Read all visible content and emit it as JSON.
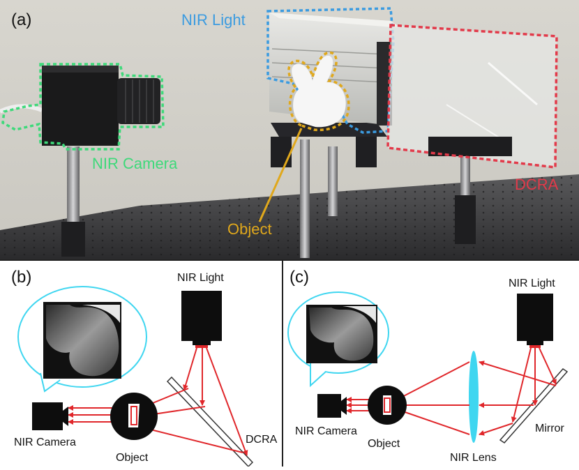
{
  "panel_a": {
    "label": "(a)",
    "nir_light": "NIR Light",
    "nir_camera": "NIR Camera",
    "object": "Object",
    "dcra": "DCRA",
    "camera_brand": "",
    "colors": {
      "light_outline": "#3b9be0",
      "camera_outline": "#3ed97a",
      "object_outline": "#e0a81c",
      "dcra_outline": "#e23a4a"
    }
  },
  "panel_b": {
    "label": "(b)",
    "nir_light": "NIR Light",
    "nir_camera": "NIR Camera",
    "object": "Object",
    "dcra": "DCRA"
  },
  "panel_c": {
    "label": "(c)",
    "nir_light": "NIR Light",
    "nir_camera": "NIR Camera",
    "object": "Object",
    "nir_lens": "NIR Lens",
    "mirror": "Mirror"
  },
  "colors": {
    "ray": "#e0262a",
    "bubble": "#3fd6f0",
    "lens": "#3fd6f0"
  }
}
